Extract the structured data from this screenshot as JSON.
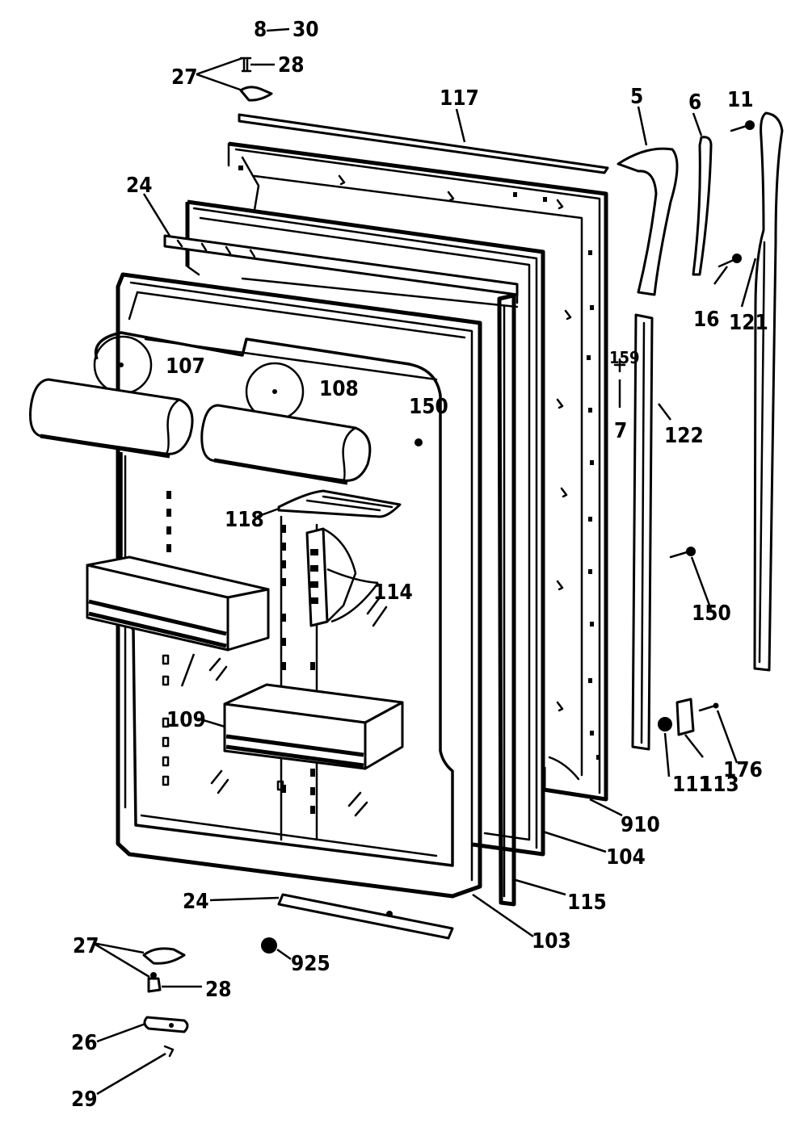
{
  "labels": {
    "p8": "8",
    "p30": "30",
    "p28_top": "28",
    "p27_top": "27",
    "p117": "117",
    "p5": "5",
    "p6": "6",
    "p11": "11",
    "p24_top": "24",
    "p16": "16",
    "p121": "121",
    "p107": "107",
    "p108": "108",
    "p150_a": "150",
    "p159": "159",
    "p7": "7",
    "p122": "122",
    "p118": "118",
    "p114": "114",
    "p150_b": "150",
    "p109": "109",
    "p111": "111",
    "p113": "113",
    "p176": "176",
    "p910": "910",
    "p104": "104",
    "p115": "115",
    "p24_bottom": "24",
    "p103": "103",
    "p27_bottom": "27",
    "p925": "925",
    "p28_bottom": "28",
    "p26": "26",
    "p29": "29"
  }
}
